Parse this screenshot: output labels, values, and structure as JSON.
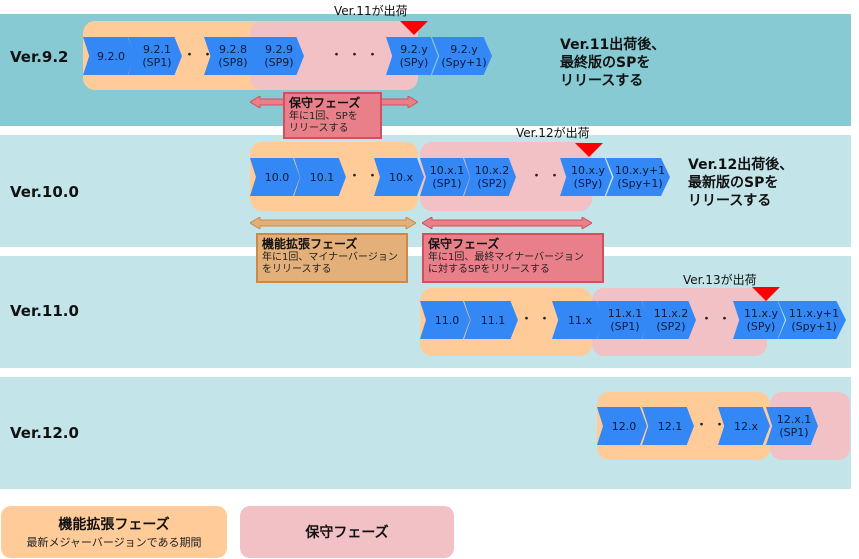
{
  "rows": [
    {
      "label": "Ver.9.2",
      "chevrons": [
        "9.2.0",
        "9.2.1\n(SP1)",
        "9.2.8\n(SP8)",
        "9.2.9\n(SP9)",
        "9.2.y\n(SPy)",
        "9.2.y\n(Spy+1)"
      ],
      "ship_label": "Ver.11が出荷",
      "note": "Ver.11出荷後、\n最終版のSPを\nリリースする"
    },
    {
      "label": "Ver.10.0",
      "chevrons": [
        "10.0",
        "10.1",
        "10.x",
        "10.x.1\n(SP1)",
        "10.x.2\n(SP2)",
        "10.x.y\n(SPy)",
        "10.x.y+1\n(Spy+1)"
      ],
      "ship_label": "Ver.12が出荷",
      "note": "Ver.12出荷後、\n最新版のSPを\nリリースする"
    },
    {
      "label": "Ver.11.0",
      "chevrons": [
        "11.0",
        "11.1",
        "11.x",
        "11.x.1\n(SP1)",
        "11.x.2\n(SP2)",
        "11.x.y\n(SPy)",
        "11.x.y+1\n(Spy+1)"
      ],
      "ship_label": "Ver.13が出荷"
    },
    {
      "label": "Ver.12.0",
      "chevrons": [
        "12.0",
        "12.1",
        "12.x",
        "12.x.1\n(SP1)"
      ]
    }
  ],
  "ellipsis": "・・・",
  "phase_boxes": {
    "maint_92": {
      "title": "保守フェーズ",
      "desc": "年に1回、SPを\nリリースする"
    },
    "feat_10": {
      "title": "機能拡張フェーズ",
      "desc": "年に1回、マイナーバージョン\nをリリースする"
    },
    "maint_10": {
      "title": "保守フェーズ",
      "desc": "年に1回、最終マイナーバージョン\nに対するSPをリリースする"
    }
  },
  "legend": {
    "feature": {
      "title": "機能拡張フェーズ",
      "desc": "最新メジャーバージョンである期間"
    },
    "maintenance": {
      "title": "保守フェーズ"
    }
  },
  "colors": {
    "feature_phase": "#ffcc99",
    "maintenance_phase": "#f1c1c6",
    "release_chevron": "#3388f5",
    "ship_marker": "#ff0000"
  }
}
